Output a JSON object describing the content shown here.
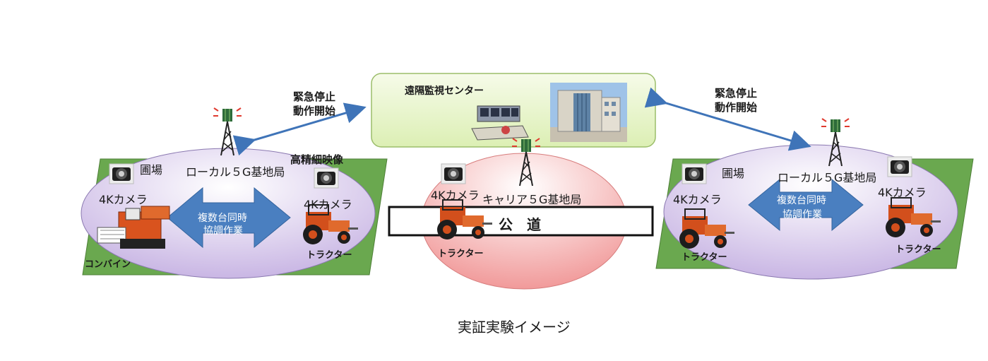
{
  "center": {
    "title": "遠隔監視センター"
  },
  "signals": {
    "left_line1": "緊急停止",
    "left_line2": "動作開始",
    "right_line1": "緊急停止",
    "right_line2": "動作開始"
  },
  "left_field": {
    "field_label": "圃場",
    "station_label": "ローカル５G基地局",
    "hd_video_label": "高精細映像",
    "camera_left": "4Kカメラ",
    "camera_right": "4Kカメラ",
    "coop_line1": "複数台同時",
    "coop_line2": "協調作業",
    "machine_left": "コンバイン",
    "machine_right": "トラクター"
  },
  "road": {
    "camera": "4Kカメラ",
    "station_label": "キャリア５G基地局",
    "road_label": "公　道",
    "machine": "トラクター"
  },
  "right_field": {
    "field_label": "圃場",
    "station_label": "ローカル５G基地局",
    "camera_left": "4Kカメラ",
    "camera_right": "4Kカメラ",
    "coop_line1": "複数台同時",
    "coop_line2": "協調作業",
    "machine_left": "トラクター",
    "machine_right": "トラクター"
  },
  "caption": "実証実験イメージ",
  "colors": {
    "field_green": "#6aa84f",
    "ellipse_purple": "#d9ccec",
    "road_pink": "#f6b4b4",
    "center_green": "#eaf5d3",
    "arrow_blue": "#4a7fc0",
    "tractor_orange": "#d9531e"
  }
}
